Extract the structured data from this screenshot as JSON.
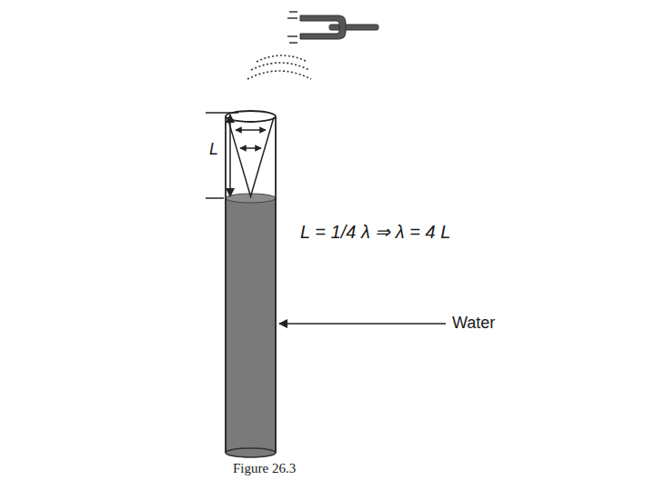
{
  "diagram": {
    "caption": "Figure 26.3",
    "labels": [
      "L",
      "L = 1/4 λ ⇒ λ = 4 L",
      "Water"
    ]
  }
}
